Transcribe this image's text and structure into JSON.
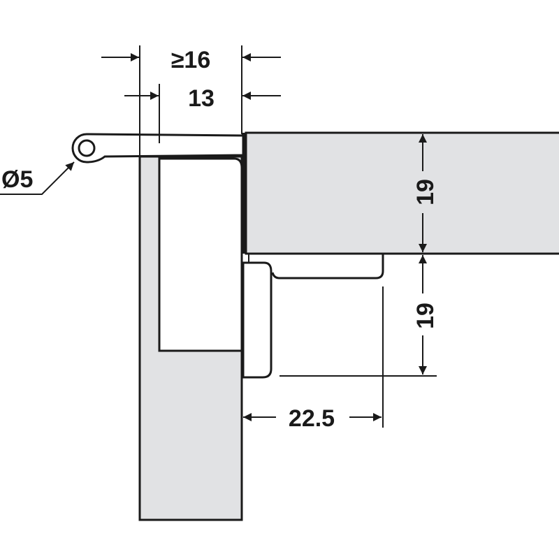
{
  "dimensions": {
    "overlay_min": "≥16",
    "hinge_offset": "13",
    "pivot_diameter": "Ø5",
    "top_panel_thickness": "19",
    "plate_height": "19",
    "plate_depth": "22.5"
  },
  "colors": {
    "panel_fill": "#e1e2e4",
    "line": "#1a1a1a"
  }
}
